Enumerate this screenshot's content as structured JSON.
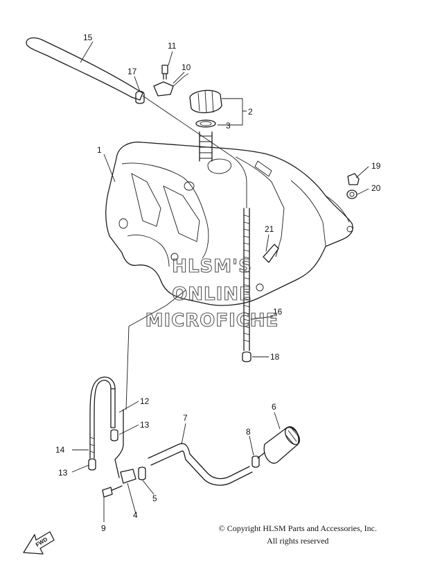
{
  "callouts": [
    {
      "id": "1",
      "label": "1"
    },
    {
      "id": "2",
      "label": "2"
    },
    {
      "id": "3",
      "label": "3"
    },
    {
      "id": "4",
      "label": "4"
    },
    {
      "id": "5",
      "label": "5"
    },
    {
      "id": "6",
      "label": "6"
    },
    {
      "id": "7",
      "label": "7"
    },
    {
      "id": "8",
      "label": "8"
    },
    {
      "id": "9",
      "label": "9"
    },
    {
      "id": "10",
      "label": "10"
    },
    {
      "id": "11",
      "label": "11"
    },
    {
      "id": "12",
      "label": "12"
    },
    {
      "id": "13a",
      "label": "13"
    },
    {
      "id": "13b",
      "label": "13"
    },
    {
      "id": "14",
      "label": "14"
    },
    {
      "id": "15",
      "label": "15"
    },
    {
      "id": "16",
      "label": "16"
    },
    {
      "id": "17",
      "label": "17"
    },
    {
      "id": "18",
      "label": "18"
    },
    {
      "id": "19",
      "label": "19"
    },
    {
      "id": "20",
      "label": "20"
    },
    {
      "id": "21",
      "label": "21"
    }
  ],
  "watermark": {
    "line1": "HLSM'S",
    "line2": "ONLINE",
    "line3": "MICROFICHE"
  },
  "fwd_label": "FWD",
  "copyright": {
    "line1": "© Copyright HLSM Parts and Accessories, Inc.",
    "line2": "All rights reserved"
  }
}
